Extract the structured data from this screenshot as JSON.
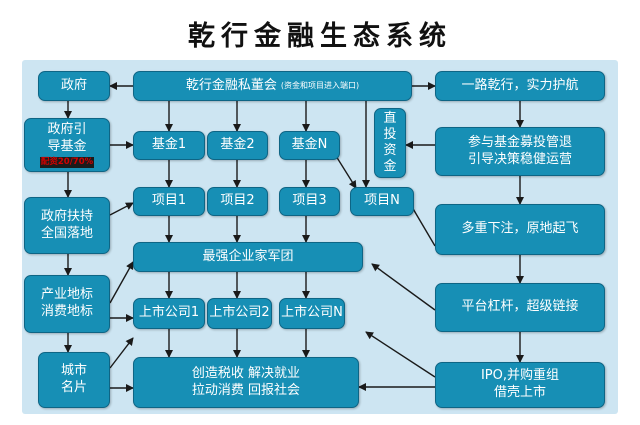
{
  "title": "乾行金融生态系统",
  "nodes": {
    "gov": "政府",
    "board": "乾行金融私董会",
    "board_note": "(资金和项目进入端口)",
    "navigate": "一路乾行，实力护航",
    "guide_fund_1": "政府引",
    "guide_fund_2": "导基金",
    "guide_fund_badge": "配资20/70%",
    "fund1": "基金1",
    "fund2": "基金2",
    "fundN": "基金N",
    "direct_1": "直",
    "direct_2": "投",
    "direct_3": "资",
    "direct_4": "金",
    "mgmt_1": "参与基金募投管退",
    "mgmt_2": "引导决策稳健运营",
    "support_1": "政府扶持",
    "support_2": "全国落地",
    "proj1": "项目1",
    "proj2": "项目2",
    "proj3": "项目3",
    "projN": "项目N",
    "takeoff": "多重下注，原地起飞",
    "corps": "最强企业家军团",
    "landmark_1": "产业地标",
    "landmark_2": "消费地标",
    "listed1": "上市公司1",
    "listed2": "上市公司2",
    "listedN": "上市公司N",
    "leverage": "平台杠杆，超级链接",
    "city_1": "城市",
    "city_2": "名片",
    "benefit_1": "创造税收  解决就业",
    "benefit_2": "拉动消费  回报社会",
    "ipo_1": "IPO,并购重组",
    "ipo_2": "借壳上市"
  },
  "colors": {
    "box": "#178fb5",
    "panel": "#cde5f2",
    "arrow": "#1a1a1a",
    "badge": "#d20000"
  }
}
